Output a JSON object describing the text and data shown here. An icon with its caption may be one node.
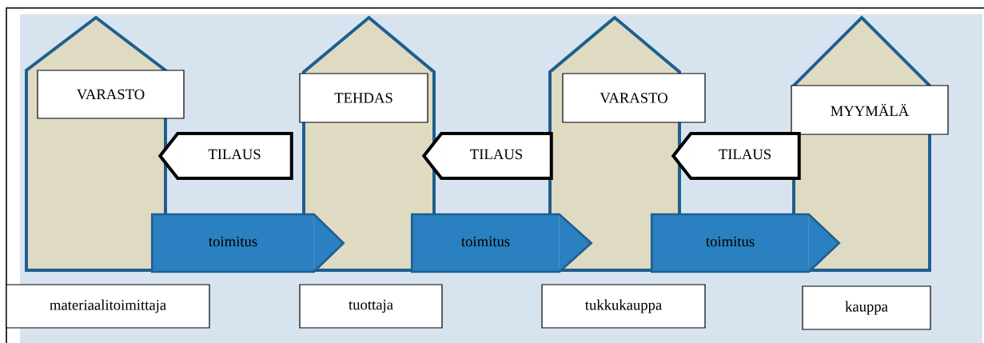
{
  "diagram": {
    "nodes": [
      {
        "text": [
          "VARASTO"
        ],
        "beside": [
          "materiaalitoimittaja"
        ]
      },
      {
        "text": [
          "TEHDAS"
        ],
        "beside": [
          "tuottaja"
        ]
      },
      {
        "text": [
          "VARASTO"
        ],
        "beside": [
          "tukkukauppa"
        ]
      },
      {
        "text": [
          "MYYMÄLÄ"
        ],
        "beside": [
          "kauppa"
        ]
      }
    ],
    "edges": [
      {
        "from": 1,
        "to": 0,
        "label": "TILAUS",
        "arrow": "to",
        "color": "#ffffff"
      },
      {
        "from": 0,
        "to": 1,
        "label": "toimitus",
        "arrow": "to",
        "color": "#2a80c0"
      },
      {
        "from": 2,
        "to": 1,
        "label": "TILAUS",
        "arrow": "to",
        "color": "#ffffff"
      },
      {
        "from": 1,
        "to": 2,
        "label": "toimitus",
        "arrow": "to",
        "color": "#2a80c0"
      },
      {
        "from": 3,
        "to": 2,
        "label": "TILAUS",
        "arrow": "to",
        "color": "#ffffff"
      },
      {
        "from": 2,
        "to": 3,
        "label": "toimitus",
        "arrow": "to",
        "color": "#2a80c0"
      }
    ]
  }
}
